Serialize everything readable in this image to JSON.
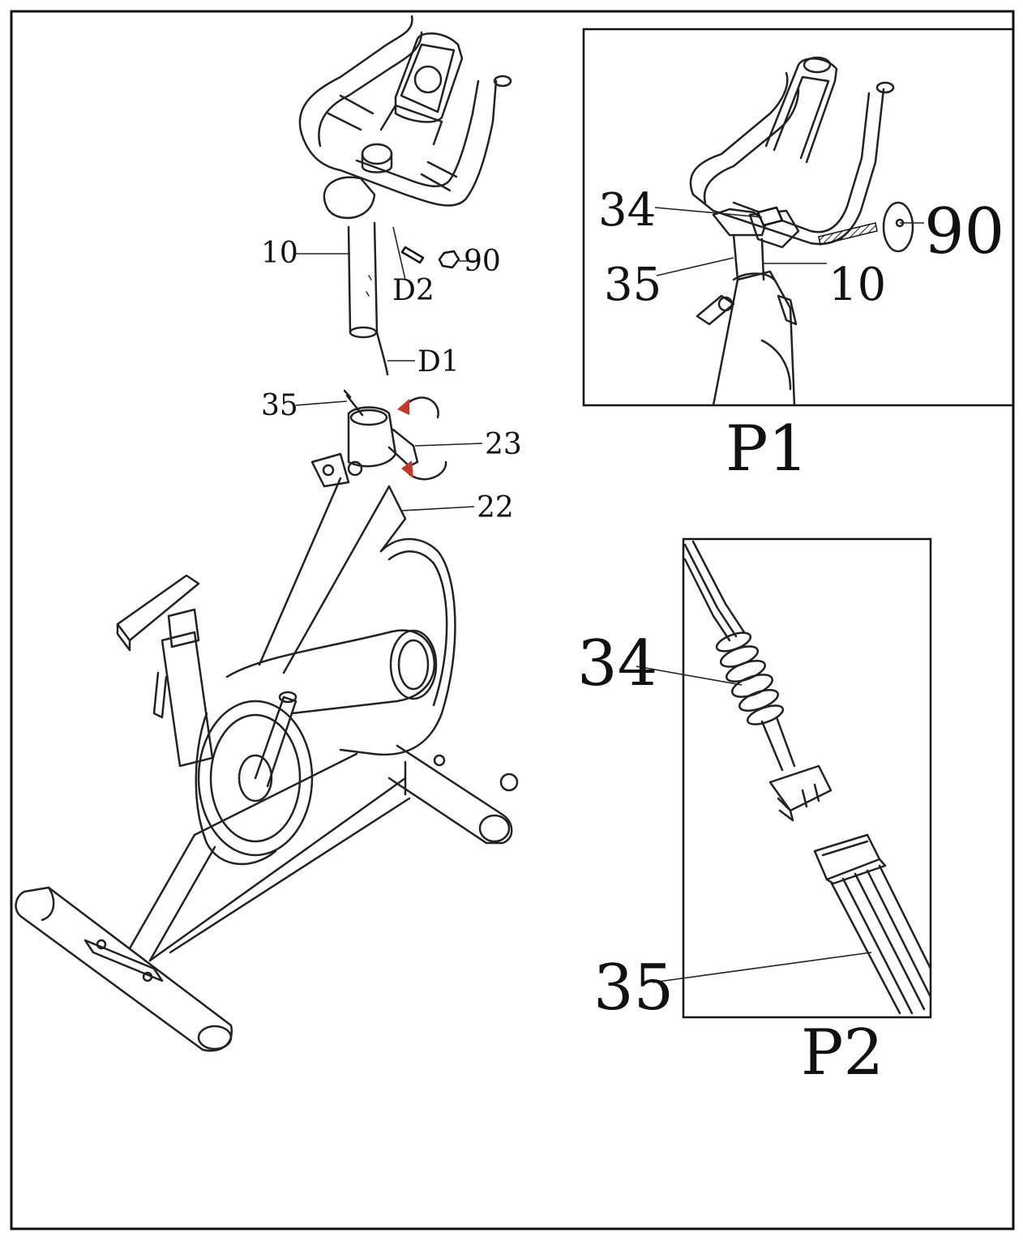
{
  "diagram": {
    "main_view": {
      "labels": [
        {
          "id": "label-10",
          "text": "10"
        },
        {
          "id": "label-90",
          "text": "90"
        },
        {
          "id": "label-d2",
          "text": "D2"
        },
        {
          "id": "label-d1",
          "text": "D1"
        },
        {
          "id": "label-35",
          "text": "35"
        },
        {
          "id": "label-23",
          "text": "23"
        },
        {
          "id": "label-22",
          "text": "22"
        }
      ]
    },
    "panel_p1": {
      "caption": "P1",
      "labels": [
        {
          "id": "p1-label-34",
          "text": "34"
        },
        {
          "id": "p1-label-90",
          "text": "90"
        },
        {
          "id": "p1-label-35",
          "text": "35"
        },
        {
          "id": "p1-label-10",
          "text": "10"
        }
      ]
    },
    "panel_p2": {
      "caption": "P2",
      "labels": [
        {
          "id": "p2-label-34",
          "text": "34"
        },
        {
          "id": "p2-label-35",
          "text": "35"
        }
      ]
    }
  },
  "colors": {
    "line": "#222222",
    "arrow_head": "#c0392b"
  }
}
